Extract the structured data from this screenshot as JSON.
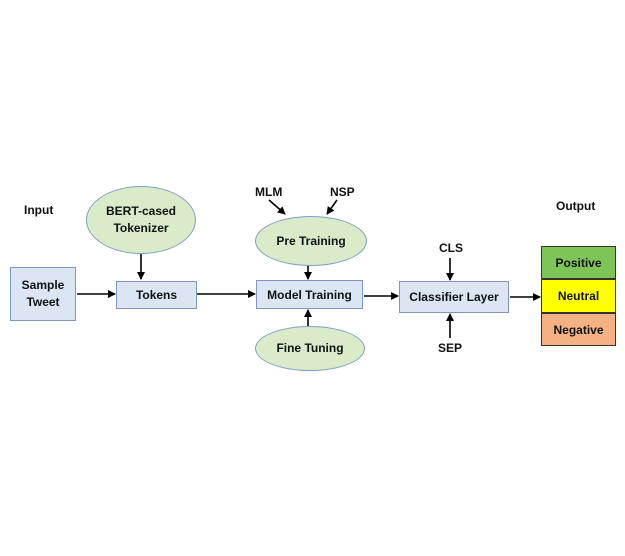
{
  "labels": {
    "input": "Input",
    "output": "Output",
    "mlm": "MLM",
    "nsp": "NSP",
    "cls": "CLS",
    "sep": "SEP"
  },
  "nodes": {
    "sample_tweet": "Sample\nTweet",
    "tokenizer": "BERT-cased\nTokenizer",
    "tokens": "Tokens",
    "pre_training": "Pre Training",
    "model_training": "Model Training",
    "fine_tuning": "Fine Tuning",
    "classifier_layer": "Classifier Layer"
  },
  "outputs": [
    {
      "label": "Positive",
      "color": "#7dc556"
    },
    {
      "label": "Neutral",
      "color": "#ffff00"
    },
    {
      "label": "Negative",
      "color": "#f4b183"
    }
  ]
}
